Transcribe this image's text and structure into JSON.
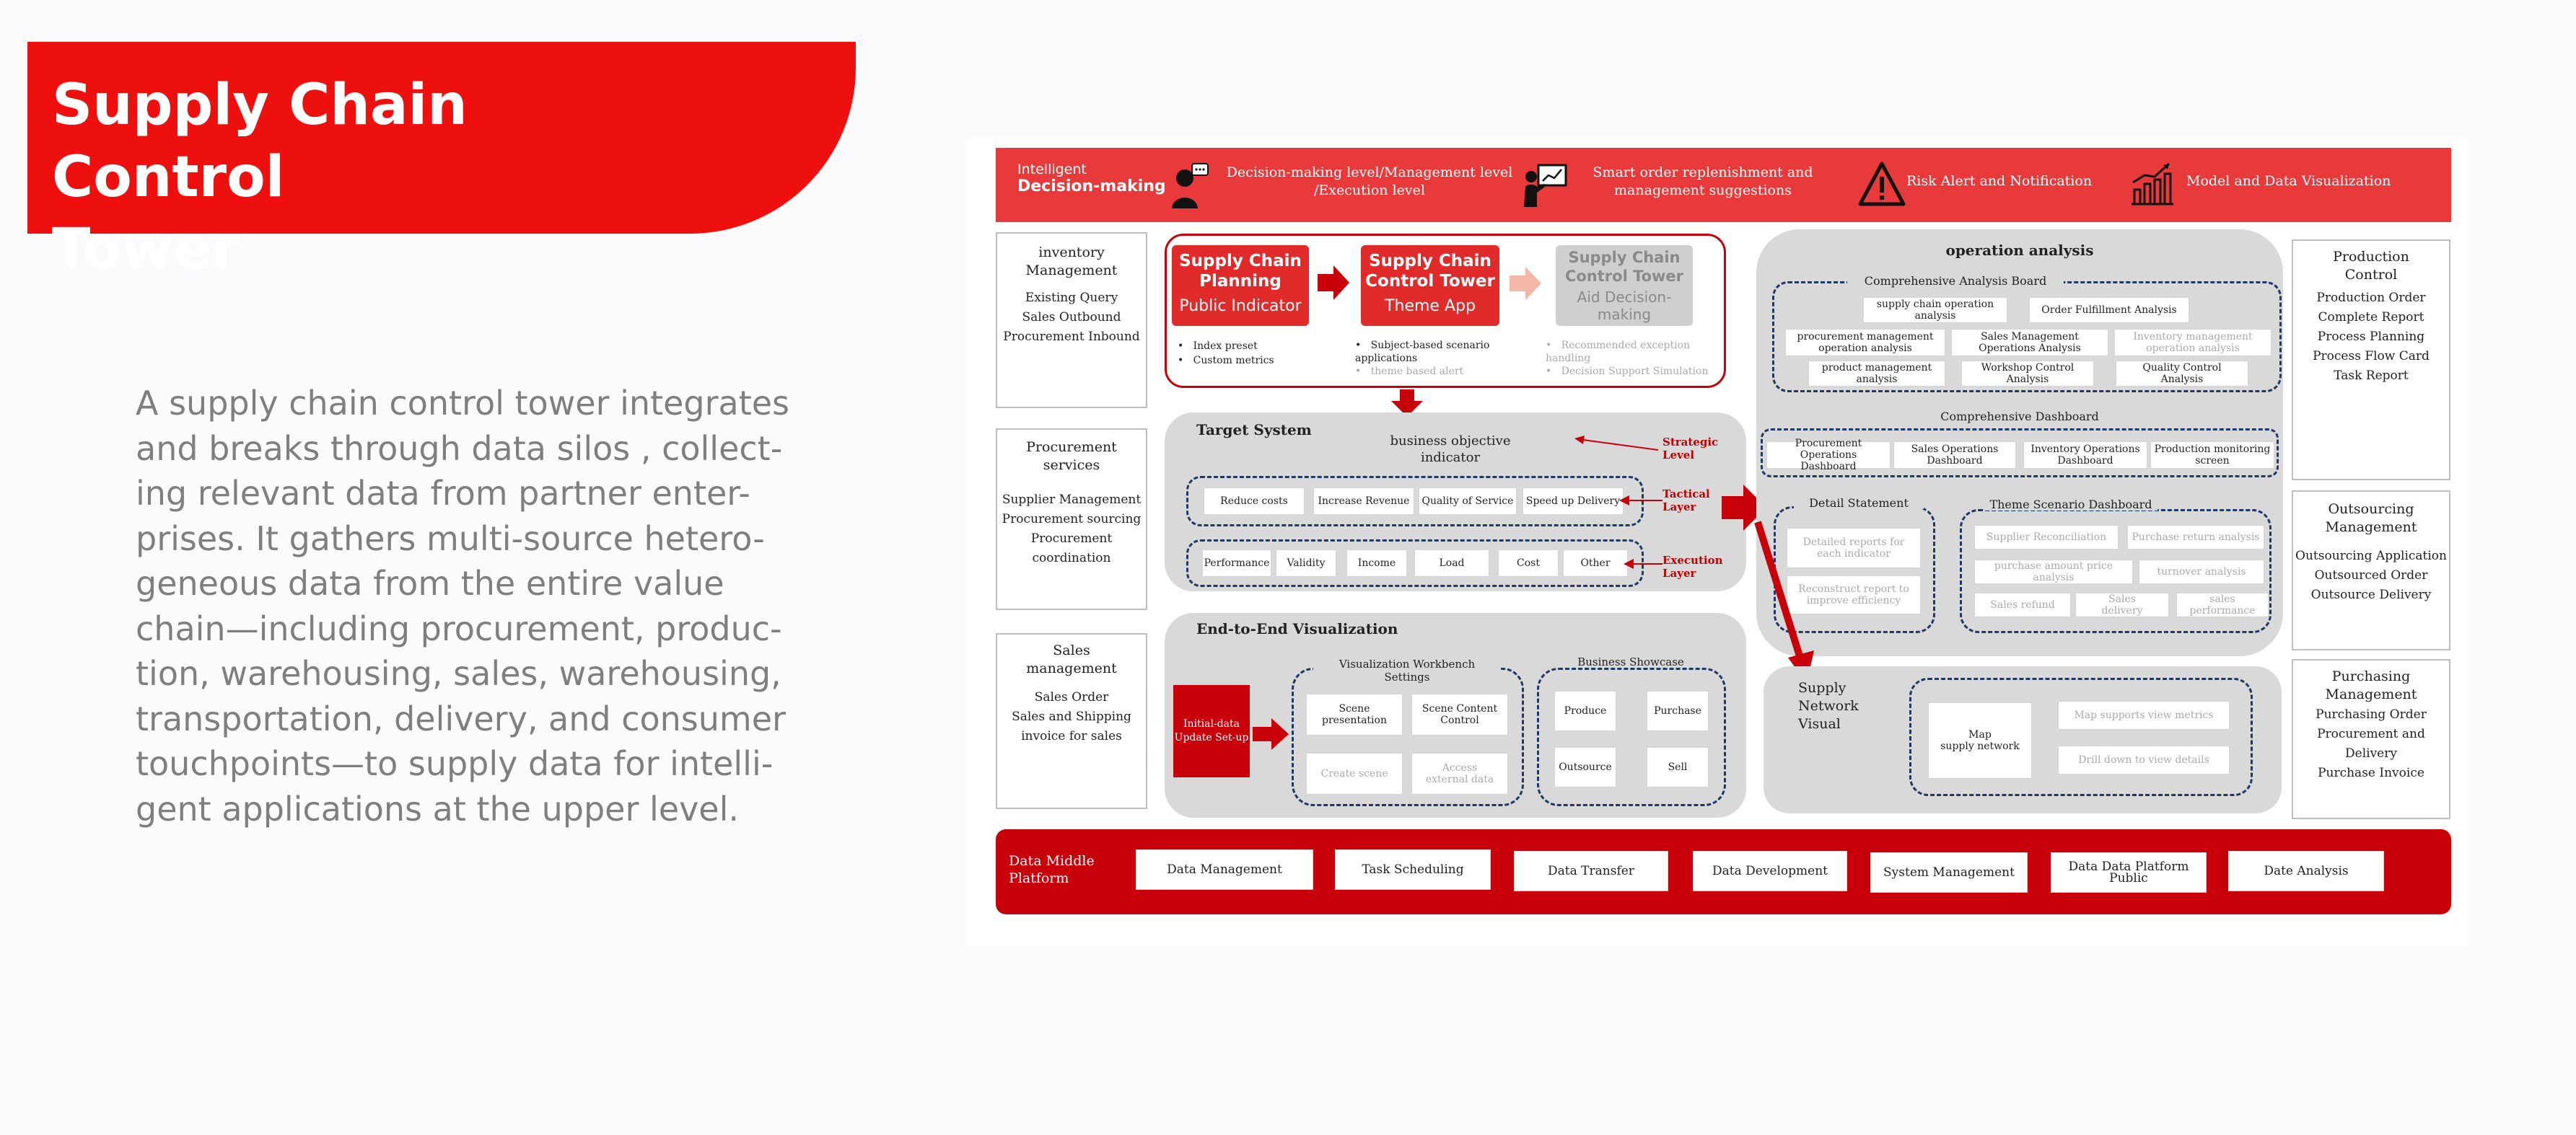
{
  "header": {
    "title_lines": [
      "Supply Chain Control",
      "Tower"
    ],
    "description_lines": [
      "A supply chain control tower integrates",
      "and breaks through data silos , collect-",
      "ing relevant data from partner enter-",
      "prises. It gathers multi-source hetero-",
      "geneous data from the entire value",
      "chain—including procurement, produc-",
      "tion, warehousing, sales, warehousing,",
      "transportation, delivery, and consumer",
      "touchpoints—to supply data for intelli-",
      "gent applications at the upper level."
    ]
  },
  "colors": {
    "brand_red": "#ee0f0f",
    "bar_red": "#e83a3a",
    "deep_red": "#c8000a",
    "gray_panel": "#d9d9d9",
    "dash_navy": "#1f3864"
  },
  "top_bar": {
    "label_line1": "Intelligent",
    "label_line2": "Decision-making",
    "items": [
      {
        "icon": "person-icon",
        "lines": [
          "Decision-making level/Management level",
          "/Execution level"
        ]
      },
      {
        "icon": "presenter-icon",
        "lines": [
          "Smart order replenishment and",
          "management suggestions"
        ]
      },
      {
        "icon": "warning-icon",
        "lines": [
          "Risk Alert and Notification"
        ]
      },
      {
        "icon": "chart-icon",
        "lines": [
          "Model and Data Visualization"
        ]
      }
    ]
  },
  "left_column": [
    {
      "title": [
        "inventory",
        "Management"
      ],
      "items": [
        "Existing Query",
        "Sales Outbound",
        "Procurement   Inbound"
      ]
    },
    {
      "title": [
        "Procurement",
        "services"
      ],
      "items": [
        "Supplier Management",
        "Procurement sourcing",
        "Procurement coordination"
      ]
    },
    {
      "title": [
        "Sales",
        "management"
      ],
      "items": [
        "Sales Order",
        "Sales and Shipping",
        "invoice for sales"
      ]
    }
  ],
  "flow": {
    "step1": {
      "title": [
        "Supply Chain",
        "Planning"
      ],
      "sub": "Public Indicator",
      "bullets": [
        "Index preset",
        "Custom metrics"
      ]
    },
    "step2": {
      "title": [
        "Supply Chain",
        "Control Tower"
      ],
      "sub": "Theme App",
      "bullets": [
        "Subject-based scenario applications",
        "theme based alert"
      ]
    },
    "step3": {
      "title": [
        "Supply Chain",
        "Control Tower"
      ],
      "sub": [
        "Aid Decision-",
        "making"
      ],
      "bullets": [
        "Recommended exception handling",
        "Decision Support Simulation"
      ]
    }
  },
  "target_system": {
    "title": "Target System",
    "objective": [
      "business objective",
      "indicator"
    ],
    "layers": {
      "strategic": [
        "Strategic",
        "Level"
      ],
      "tactical": [
        "Tactical",
        "Layer"
      ],
      "execution": [
        "Execution",
        "Layer"
      ]
    },
    "tactical_items": [
      "Reduce costs",
      "Increase Revenue",
      "Quality of Service",
      "Speed up Delivery"
    ],
    "execution_items": [
      "Performance",
      "Validity",
      "Income",
      "Load",
      "Cost",
      "Other"
    ]
  },
  "e2e": {
    "title": "End-to-End Visualization",
    "initial": [
      "Initial-data",
      "Update Set-up"
    ],
    "workbench_title": [
      "Visualization Workbench",
      "Settings"
    ],
    "workbench_items": [
      [
        "Scene",
        "presentation"
      ],
      [
        "Scene Content",
        "Control"
      ],
      [
        "Create scene"
      ],
      [
        "Access",
        "external data"
      ]
    ],
    "showcase_title": "Business Showcase",
    "showcase_items": [
      "Produce",
      "Purchase",
      "Outsource",
      "Sell"
    ]
  },
  "operation": {
    "title": "operation analysis",
    "board_title": "Comprehensive Analysis Board",
    "board_row1": [
      [
        "supply chain operation",
        "analysis"
      ],
      [
        "Order Fulfillment Analysis"
      ]
    ],
    "board_row2": [
      [
        "procurement management",
        "operation analysis"
      ],
      [
        "Sales Management",
        "Operations Analysis"
      ],
      [
        "Inventory management",
        "operation analysis"
      ]
    ],
    "board_row3": [
      [
        "product management",
        "analysis"
      ],
      [
        "Workshop Control",
        "Analysis"
      ],
      [
        "Quality Control",
        "Analysis"
      ]
    ],
    "dashboard_title": "Comprehensive Dashboard",
    "dashboard_items": [
      [
        "Procurement Operations",
        "Dashboard"
      ],
      [
        "Sales Operations",
        "Dashboard"
      ],
      [
        "Inventory Operations",
        "Dashboard"
      ],
      [
        "Production monitoring",
        "screen"
      ]
    ],
    "detail_title": "Detail Statement",
    "detail_items": [
      [
        "Detailed reports for",
        "each indicator"
      ],
      [
        "Reconstruct report to",
        "improve efficiency"
      ]
    ],
    "theme_title": "Theme Scenario Dashboard",
    "theme_items": [
      [
        "Supplier Reconciliation"
      ],
      [
        "Purchase return analysis"
      ],
      [
        "purchase amount price analysis"
      ],
      [
        "turnover analysis"
      ],
      [
        "Sales refund"
      ],
      [
        "Sales",
        "delivery"
      ],
      [
        "sales performance"
      ]
    ]
  },
  "network": {
    "title": [
      "Supply",
      "Network",
      "Visual"
    ],
    "map": [
      "Map",
      "supply network"
    ],
    "items": [
      "Map supports view metrics",
      "Drill down to view details"
    ]
  },
  "right_column": [
    {
      "title": [
        "Production",
        "Control"
      ],
      "items": [
        "Production Order",
        "Complete Report",
        "Process  Planning",
        "Process Flow Card",
        "Task Report"
      ]
    },
    {
      "title": [
        "Outsourcing",
        "Management"
      ],
      "items": [
        "Outsourcing Application",
        "Outsourced Order",
        "Outsource Delivery"
      ]
    },
    {
      "title": [
        "Purchasing",
        "Management"
      ],
      "items": [
        "Purchasing Order",
        "Procurement and Delivery",
        "Purchase Invoice"
      ]
    }
  ],
  "bottom_bar": {
    "label_line1": "Data Middle",
    "label_line2": "Platform",
    "items": [
      "Data Management",
      "Task Scheduling",
      "Data Transfer",
      "Data Development",
      "System Management",
      "Data Data Platform Public",
      "Date Analysis"
    ]
  }
}
